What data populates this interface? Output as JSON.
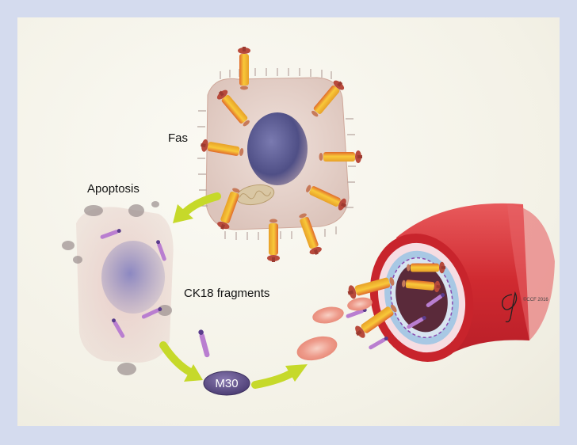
{
  "labels": {
    "fas": "Fas",
    "apoptosis": "Apoptosis",
    "ck18_fragments": "CK18 fragments",
    "m30": "M30",
    "signature": "©CCF 2016"
  },
  "colors": {
    "frame": "#d4dbee",
    "cell_membrane": "#ead6cc",
    "nucleus": "#5a5a8e",
    "receptor_body": "#f5b82a",
    "receptor_cap": "#b84a3c",
    "fragment": "#b97ed0",
    "m30_ellipse": "#5e4f86",
    "arrow": "#c6d92a",
    "vessel": "#d83236",
    "vessel_inner": "#a8c8e4",
    "rbc": "#f0a898"
  }
}
